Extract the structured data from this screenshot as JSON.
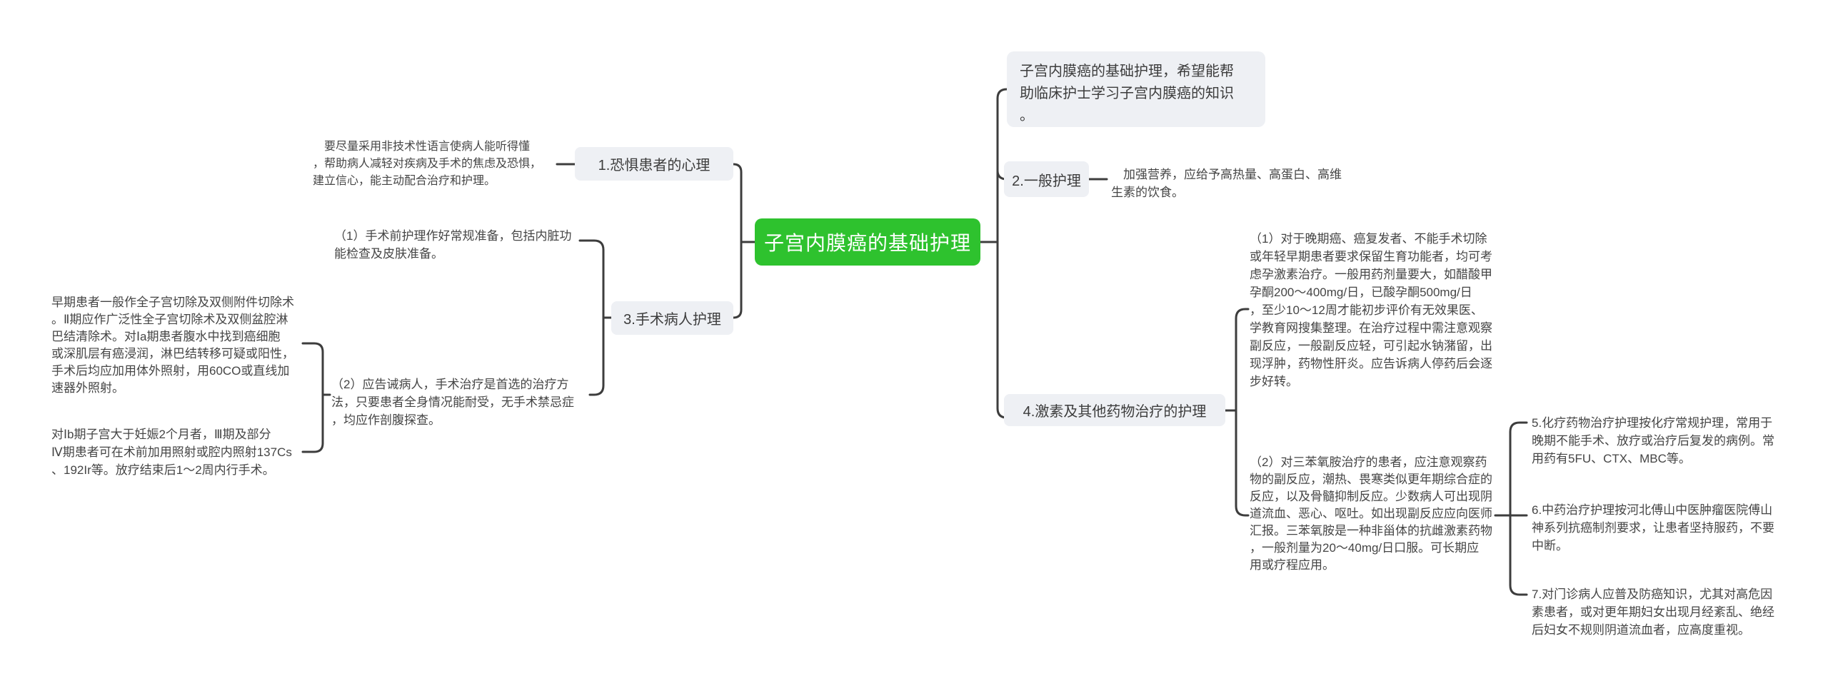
{
  "colors": {
    "canvas_bg": "#ffffff",
    "center_bg": "#2ec22e",
    "center_text": "#ffffff",
    "node_bg": "#eef0f4",
    "node_text": "#3c3c3c",
    "text": "#454545",
    "line": "#3d3d3d"
  },
  "root": {
    "label": "子宫内膜癌的基础护理"
  },
  "intro": {
    "text": "子宫内膜癌的基础护理，希望能帮\n助临床护士学习子宫内膜癌的知识\n。"
  },
  "branches": {
    "fear": {
      "label": "1.恐惧患者的心理",
      "note": "　要尽量采用非技术性语言使病人能听得懂\n，帮助病人减轻对疾病及手术的焦虑及恐惧，\n建立信心，能主动配合治疗和护理。"
    },
    "general": {
      "label": "2.一般护理",
      "note": "　加强营养，应给予高热量、高蛋白、高维\n生素的饮食。"
    },
    "surgical": {
      "label": "3.手术病人护理",
      "preop": "（1）手术前护理作好常规准备，包括内脏功\n能检查及皮肤准备。",
      "inform": "（2）应告诫病人，手术治疗是首选的治疗方\n法，只要患者全身情况能耐受，无手术禁忌症\n，均应作剖腹探查。",
      "scope": "早期患者一般作全子宫切除及双侧附件切除术\n。Ⅱ期应作广泛性全子宫切除术及双侧盆腔淋\n巴结清除术。对Ⅰa期患者腹水中找到癌细胞\n或深肌层有癌浸润，淋巴结转移可疑或阳性，\n手术后均应加用体外照射，用60CO或直线加\n速器外照射。",
      "radiation": "对Ⅰb期子宫大于妊娠2个月者，Ⅲ期及部分\nⅣ期患者可在术前加用照射或腔内照射137Cs\n、192Ir等。放疗结束后1～2周内行手术。"
    },
    "hormone": {
      "label": "4.激素及其他药物治疗的护理",
      "progestin": "（1）对于晚期癌、癌复发者、不能手术切除\n或年轻早期患者要求保留生育功能者，均可考\n虑孕激素治疗。一般用药剂量要大，如醋酸甲\n孕酮200～400mg/日，已酸孕酮500mg/日\n，至少10～12周才能初步评价有无效果医、\n学教育网搜集整理。在治疗过程中需注意观察\n副反应，一般副反应轻，可引起水钠潴留，出\n现浮肿，药物性肝炎。应告诉病人停药后会逐\n步好转。",
      "tamoxifen": "（2）对三苯氧胺治疗的患者，应注意观察药\n物的副反应，潮热、畏寒类似更年期综合症的\n反应，以及骨髓抑制反应。少数病人可出现阴\n道流血、恶心、呕吐。如出现副反应应向医师\n汇报。三苯氧胺是一种非甾体的抗雌激素药物\n，一般剂量为20～40mg/日口服。可长期应\n用或疗程应用。",
      "chemo": "5.化疗药物治疗护理按化疗常规护理，常用于\n晚期不能手术、放疗或治疗后复发的病例。常\n用药有5FU、CTX、MBC等。",
      "tcm": "6.中药治疗护理按河北傅山中医肿瘤医院傅山\n神系列抗癌制剂要求，让患者坚持服药，不要\n中断。",
      "education": "7.对门诊病人应普及防癌知识，尤其对高危因\n素患者，或对更年期妇女出现月经紊乱、绝经\n后妇女不规则阴道流血者，应高度重视。"
    }
  }
}
